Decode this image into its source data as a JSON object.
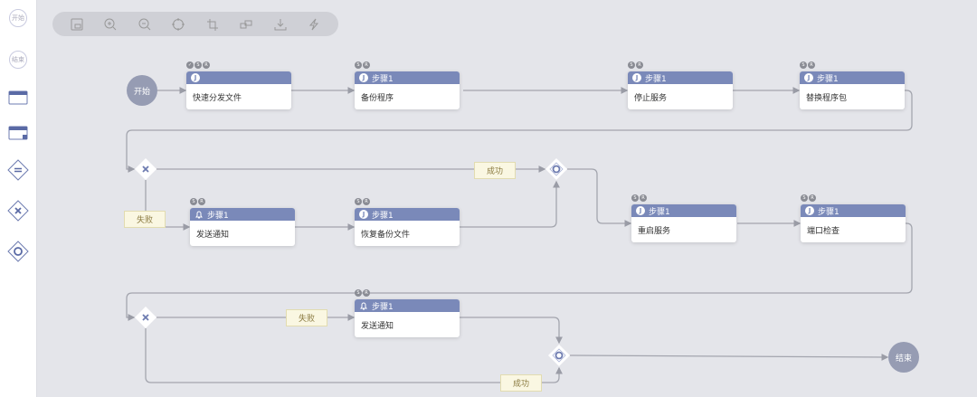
{
  "sidebar": {
    "start": "开始",
    "end": "结束"
  },
  "toolbar": {
    "items": [
      "fit-view",
      "zoom-in",
      "zoom-out",
      "locate",
      "crop",
      "layout",
      "download",
      "run"
    ]
  },
  "flow": {
    "start": "开始",
    "end": "结束",
    "nodes": [
      {
        "title": "",
        "body": "快速分发文件",
        "icon": "job-icon",
        "badges": [
          "✓",
          "S",
          "R"
        ]
      },
      {
        "title": "步骤1",
        "body": "备份程序",
        "icon": "job-icon",
        "badges": [
          "S",
          "R"
        ]
      },
      {
        "title": "步骤1",
        "body": "停止服务",
        "icon": "job-icon",
        "badges": [
          "S",
          "R"
        ]
      },
      {
        "title": "步骤1",
        "body": "替换程序包",
        "icon": "job-icon",
        "badges": [
          "S",
          "R"
        ]
      },
      {
        "title": "步骤1",
        "body": "发送通知",
        "icon": "bell-icon",
        "badges": [
          "S",
          "R"
        ]
      },
      {
        "title": "步骤1",
        "body": "恢复备份文件",
        "icon": "job-icon",
        "badges": [
          "S",
          "R"
        ]
      },
      {
        "title": "步骤1",
        "body": "重启服务",
        "icon": "job-icon",
        "badges": [
          "S",
          "R"
        ]
      },
      {
        "title": "步骤1",
        "body": "端口检查",
        "icon": "job-icon",
        "badges": [
          "S",
          "R"
        ]
      },
      {
        "title": "步骤1",
        "body": "发送通知",
        "icon": "bell-icon",
        "badges": [
          "S",
          "R"
        ]
      }
    ],
    "labels": [
      "成功",
      "失败",
      "失败",
      "成功"
    ]
  }
}
